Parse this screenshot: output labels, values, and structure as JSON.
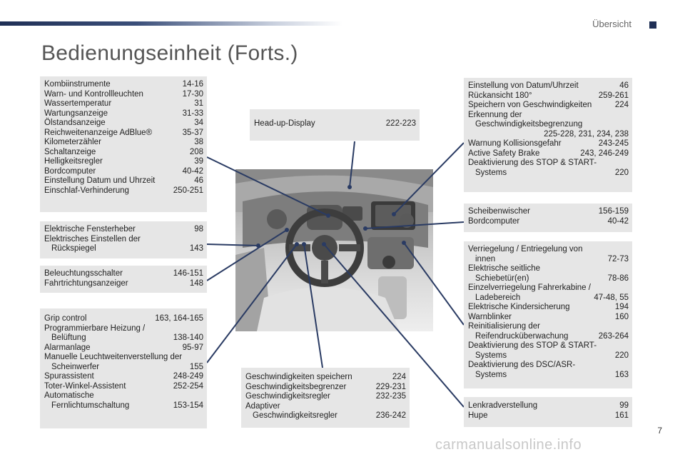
{
  "header": {
    "section": "Übersicht"
  },
  "page_title": "Bedienungseinheit (Forts.)",
  "page_number": "7",
  "watermark": "carmanualsonline.info",
  "box1": [
    {
      "label": "Kombiinstrumente",
      "pages": "14-16"
    },
    {
      "label": "Warn- und Kontrollleuchten",
      "pages": "17-30"
    },
    {
      "label": "Wassertemperatur",
      "pages": "31"
    },
    {
      "label": "Wartungsanzeige",
      "pages": "31-33"
    },
    {
      "label": "Ölstandsanzeige",
      "pages": "34"
    },
    {
      "label": "Reichweitenanzeige AdBlue®",
      "pages": "35-37"
    },
    {
      "label": "Kilometerzähler",
      "pages": "38"
    },
    {
      "label": "Schaltanzeige",
      "pages": "208"
    },
    {
      "label": "Helligkeitsregler",
      "pages": "39"
    },
    {
      "label": "Bordcomputer",
      "pages": "40-42"
    },
    {
      "label": "Einstellung Datum und Uhrzeit",
      "pages": "46"
    },
    {
      "label": "Einschlaf-Verhinderung",
      "pages": "250-251"
    }
  ],
  "box2": {
    "r1": {
      "label": "Elektrische Fensterheber",
      "pages": "98"
    },
    "r2_a": "Elektrisches Einstellen der",
    "r2_b": "Rückspiegel",
    "r2_p": "143"
  },
  "box3": [
    {
      "label": "Beleuchtungsschalter",
      "pages": "146-151"
    },
    {
      "label": "Fahrtrichtungsanzeiger",
      "pages": "148"
    }
  ],
  "box4": {
    "r1": {
      "label": "Grip control",
      "pages": "163, 164-165"
    },
    "r2_a": "Programmierbare Heizung /",
    "r2_b": "Belüftung",
    "r2_p": "138-140",
    "r3": {
      "label": "Alarmanlage",
      "pages": "95-97"
    },
    "r4_a": "Manuelle Leuchtweitenverstellung der",
    "r4_b": "Scheinwerfer",
    "r4_p": "155",
    "r5": {
      "label": "Spurassistent",
      "pages": "248-249"
    },
    "r6": {
      "label": "Toter-Winkel-Assistent",
      "pages": "252-254"
    },
    "r7_a": "Automatische",
    "r7_b": "Fernlichtumschaltung",
    "r7_p": "153-154"
  },
  "box_hud": {
    "label": "Head-up-Display",
    "pages": "222-223"
  },
  "box_speed": {
    "r1": {
      "label": "Geschwindigkeiten speichern",
      "pages": "224"
    },
    "r2": {
      "label": "Geschwindigkeitsbegrenzer",
      "pages": "229-231"
    },
    "r3": {
      "label": "Geschwindigkeitsregler",
      "pages": "232-235"
    },
    "r4_a": "Adaptiver",
    "r4_b": "Geschwindigkeitsregler",
    "r4_p": "236-242"
  },
  "box_right1": {
    "r1": {
      "label": "Einstellung von Datum/Uhrzeit",
      "pages": "46"
    },
    "r2": {
      "label": "Rückansicht 180°",
      "pages": "259-261"
    },
    "r3": {
      "label": "Speichern von Geschwindigkeiten",
      "pages": "224"
    },
    "r4_a": "Erkennung der",
    "r4_b": "Geschwindigkeitsbegrenzung",
    "r4_p": "225-228, 231, 234, 238",
    "r5": {
      "label": "Warnung Kollisionsgefahr",
      "pages": "243-245"
    },
    "r6": {
      "label": "Active Safety Brake",
      "pages": "243, 246-249"
    },
    "r7_a": "Deaktivierung des STOP & START-",
    "r7_b": "Systems",
    "r7_p": "220"
  },
  "box_right2": [
    {
      "label": "Scheibenwischer",
      "pages": "156-159"
    },
    {
      "label": "Bordcomputer",
      "pages": "40-42"
    }
  ],
  "box_right3": {
    "r1_a": "Verriegelung / Entriegelung von",
    "r1_b": "innen",
    "r1_p": "72-73",
    "r2_a": "Elektrische seitliche",
    "r2_b": "Schiebetür(en)",
    "r2_p": "78-86",
    "r3_a": "Einzelverriegelung Fahrerkabine /",
    "r3_b": "Ladebereich",
    "r3_p": "47-48, 55",
    "r4": {
      "label": "Elektrische Kindersicherung",
      "pages": "194"
    },
    "r5": {
      "label": "Warnblinker",
      "pages": "160"
    },
    "r6_a": "Reinitialisierung der",
    "r6_b": "Reifendrucküberwachung",
    "r6_p": "263-264",
    "r7_a": "Deaktivierung des STOP & START-",
    "r7_b": "Systems",
    "r7_p": "220",
    "r8_a": "Deaktivierung des DSC/ASR-",
    "r8_b": "Systems",
    "r8_p": "163"
  },
  "box_right4": [
    {
      "label": "Lenkradverstellung",
      "pages": "99"
    },
    {
      "label": "Hupe",
      "pages": "161"
    }
  ]
}
